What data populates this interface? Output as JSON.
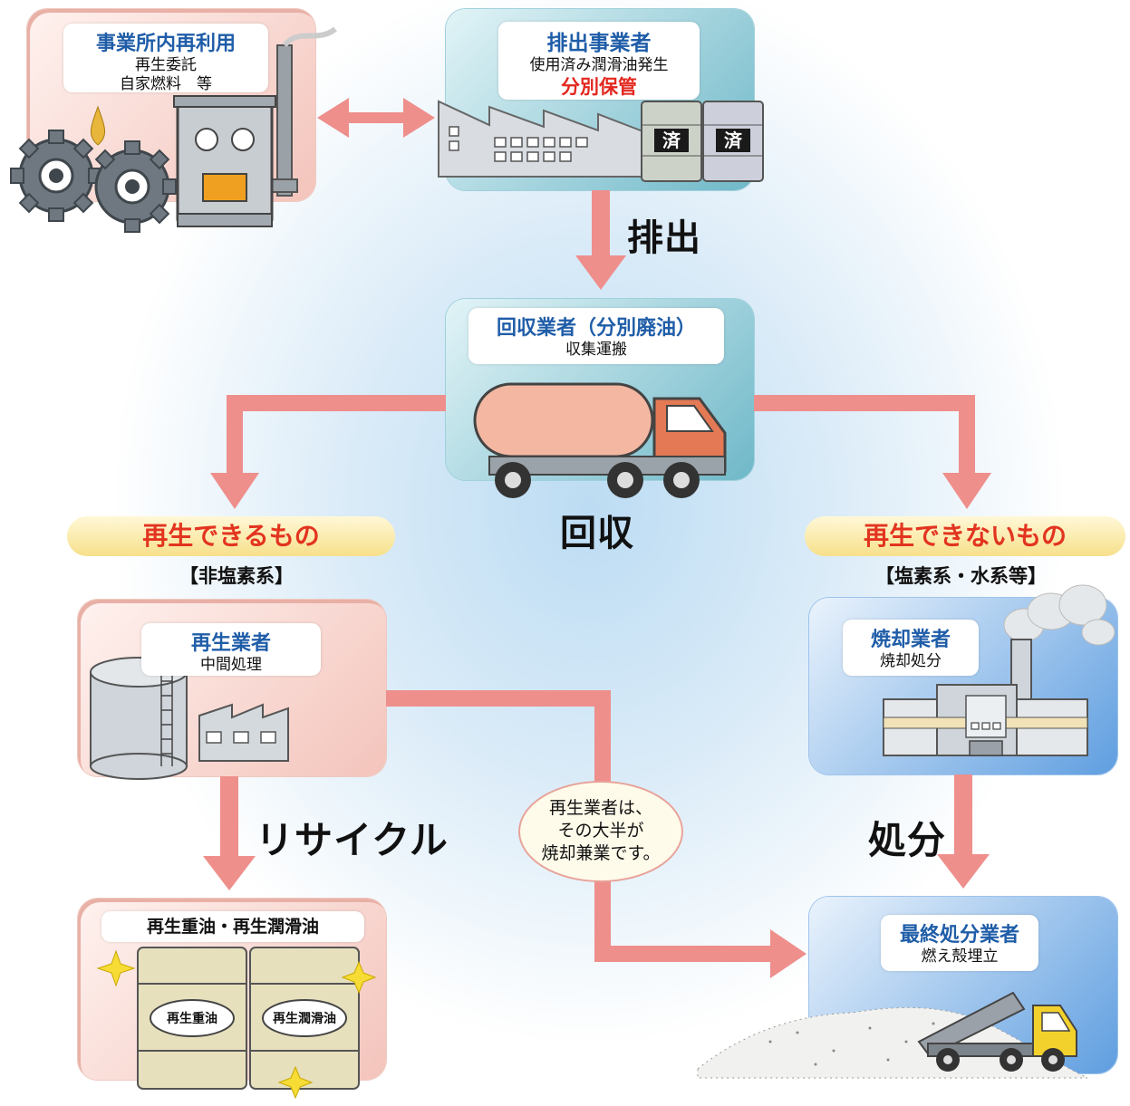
{
  "onsite": {
    "title": "事業所内再利用",
    "line1": "再生委託",
    "line2": "自家燃料　等"
  },
  "generator": {
    "title": "排出事業者",
    "sub": "使用済み潤滑油発生",
    "note": "分別保管",
    "drum_mark": "済"
  },
  "collector": {
    "title": "回収業者（分別廃油）",
    "sub": "収集運搬"
  },
  "flow_labels": {
    "discharge": "排出",
    "collect": "回収",
    "recycle": "リサイクル",
    "disposal": "処分"
  },
  "recyclable": {
    "pill": "再生できるもの",
    "bracket": "【非塩素系】"
  },
  "non_recyclable": {
    "pill": "再生できないもの",
    "bracket": "【塩素系・水系等】"
  },
  "recycler": {
    "title": "再生業者",
    "sub": "中間処理"
  },
  "incinerator": {
    "title": "焼却業者",
    "sub": "焼却処分"
  },
  "products": {
    "title": "再生重油・再生潤滑油",
    "drum1": "再生重油",
    "drum2": "再生潤滑油"
  },
  "landfill": {
    "title": "最終処分業者",
    "sub": "燃え殻埋立"
  },
  "note": {
    "line1": "再生業者は、",
    "line2": "その大半が",
    "line3": "焼却兼業です。"
  },
  "colors": {
    "arrow": "#ee8f8c",
    "title_blue": "#1f5da8",
    "accent_red": "#e3271e",
    "pill_text": "#e2341f"
  }
}
